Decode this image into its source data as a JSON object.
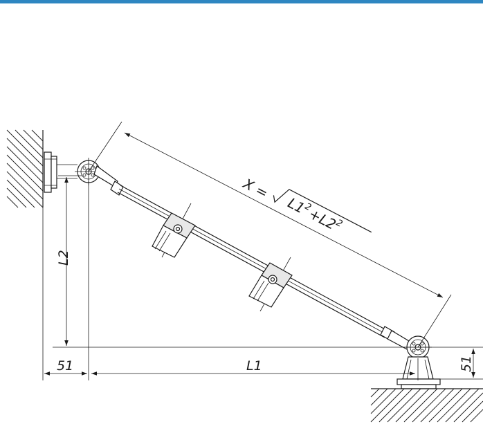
{
  "dimensions": {
    "l1": "L1",
    "l2": "L2",
    "offset_left": "51",
    "offset_right": "51"
  },
  "formula": {
    "lhs": "X =",
    "term1": "L1",
    "exp1": "2",
    "plus": "+",
    "term2": "L2",
    "exp2": "2"
  },
  "colors": {
    "header_rule": "#2e86c1",
    "line": "#1a1a1a"
  }
}
